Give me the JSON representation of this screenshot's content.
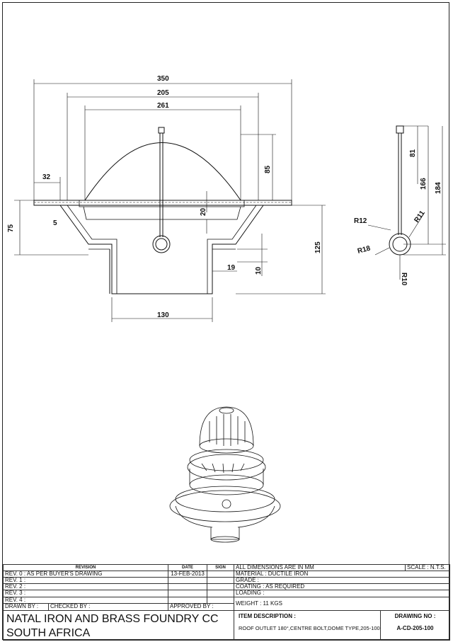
{
  "drawing": {
    "dimensions": {
      "d350": "350",
      "d205": "205",
      "d261": "261",
      "d32": "32",
      "d5": "5",
      "d75": "75",
      "d85": "85",
      "d20": "20",
      "d125": "125",
      "d19": "19",
      "d10": "10",
      "d130": "130",
      "d81": "81",
      "d166": "166",
      "d184": "184",
      "r12": "R12",
      "r11": "R11",
      "r18": "R18",
      "r10": "R10"
    }
  },
  "title_block": {
    "revision_header": "REVISION",
    "date_header": "DATE",
    "sign_header": "SIGN",
    "revisions": [
      {
        "label": "REV. 0 : AS PER BUYER'S DRAWING",
        "date": "13-FEB-2013"
      },
      {
        "label": "REV. 1 :",
        "date": ""
      },
      {
        "label": "REV. 2 :",
        "date": ""
      },
      {
        "label": "REV. 3 :",
        "date": ""
      },
      {
        "label": "REV. 4 :",
        "date": ""
      }
    ],
    "drawn_by": "DRAWN BY :",
    "checked_by": "CHECKED BY :",
    "approved_by": "APPROVED BY :",
    "dims_note": "ALL DIMENSIONS ARE IN MM",
    "scale": "SCALE : N.T.S.",
    "material": "MATERIAL : DUCTILE IRON",
    "grade": "GRADE :",
    "coating": "COATING : AS REQUIRED",
    "loading": "LOADING :",
    "weight": "WEIGHT : 11 KGS",
    "company_line1": "NATAL IRON AND BRASS FOUNDRY CC",
    "company_line2": "SOUTH AFRICA",
    "item_description_label": "ITEM DESCRIPTION :",
    "item_description": "ROOF OUTLET 180°,CENTRE BOLT,DOME TYPE,205-100",
    "drawing_no_label": "DRAWING NO :",
    "drawing_no": "A-CD-205-100"
  }
}
